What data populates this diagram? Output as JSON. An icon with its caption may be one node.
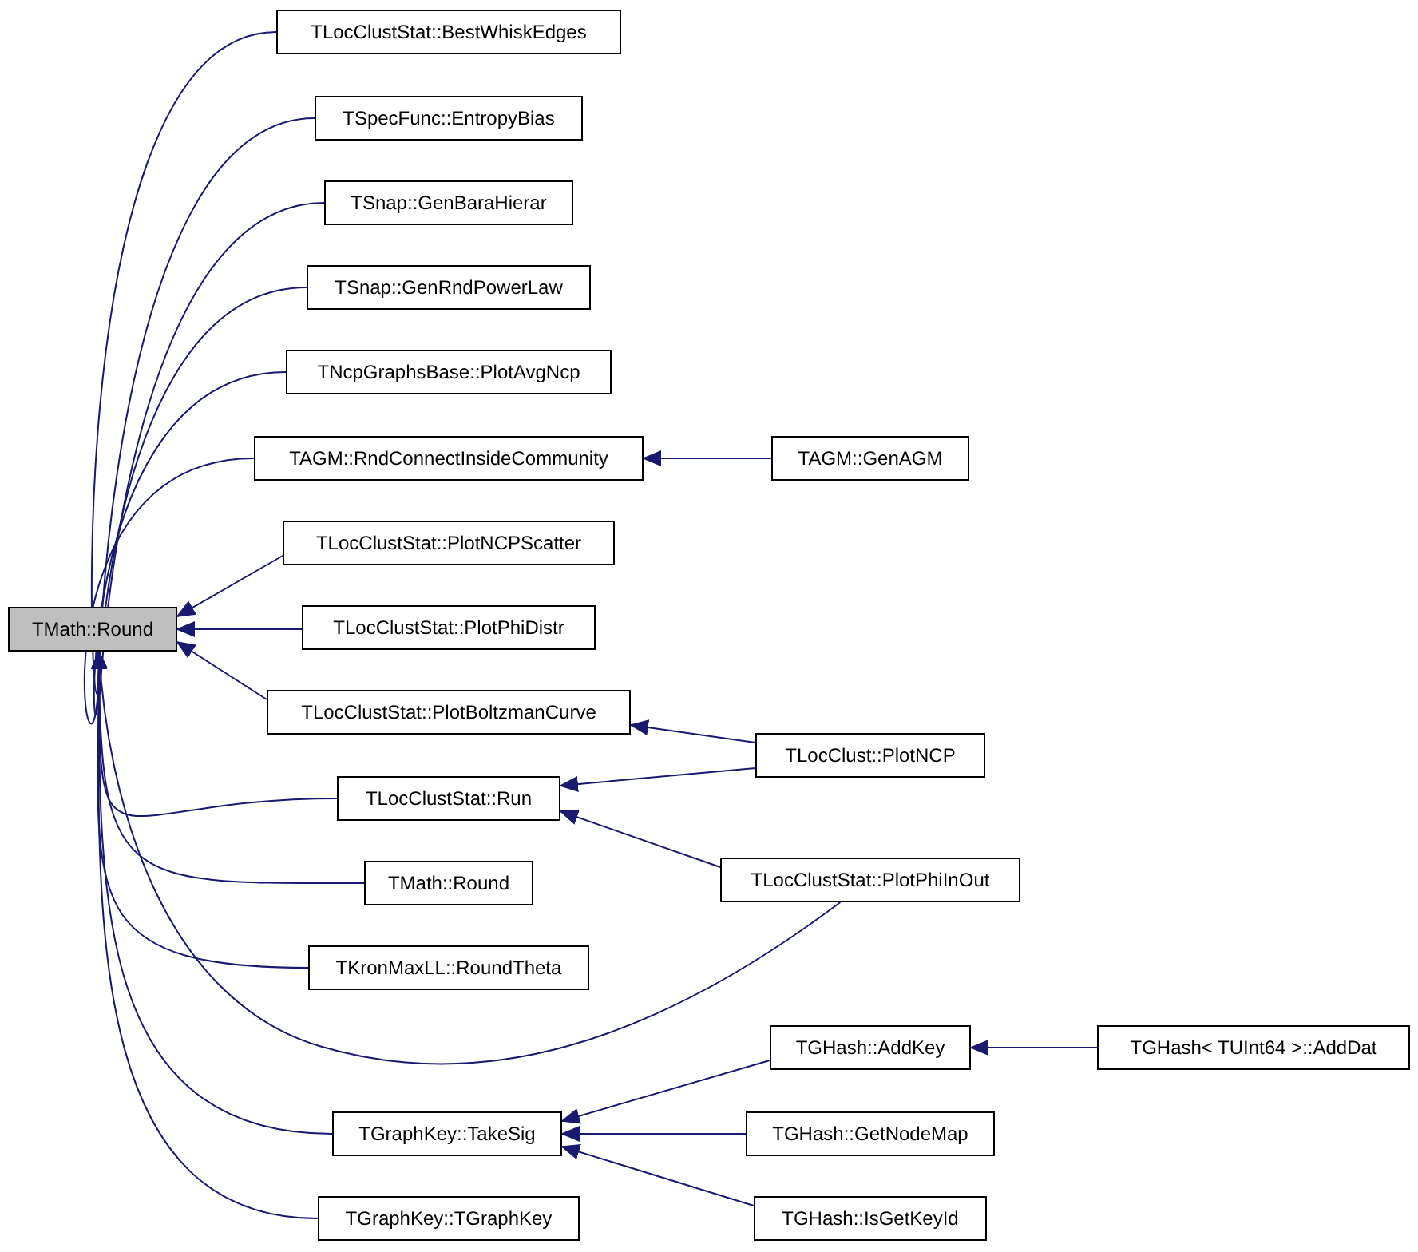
{
  "diagram": {
    "nodes": [
      {
        "text": [
          "TMath::Round"
        ]
      },
      {
        "text": [
          "TLocClustStat::BestWhiskEdges"
        ]
      },
      {
        "text": [
          "TSpecFunc::EntropyBias"
        ]
      },
      {
        "text": [
          "TSnap::GenBaraHierar"
        ]
      },
      {
        "text": [
          "TSnap::GenRndPowerLaw"
        ]
      },
      {
        "text": [
          "TNcpGraphsBase::PlotAvgNcp"
        ]
      },
      {
        "text": [
          "TAGM::RndConnectInsideCommunity"
        ]
      },
      {
        "text": [
          "TAGM::GenAGM"
        ]
      },
      {
        "text": [
          "TLocClustStat::PlotNCPScatter"
        ]
      },
      {
        "text": [
          "TLocClustStat::PlotPhiDistr"
        ]
      },
      {
        "text": [
          "TLocClustStat::PlotBoltzmanCurve"
        ]
      },
      {
        "text": [
          "TLocClust::PlotNCP"
        ]
      },
      {
        "text": [
          "TLocClustStat::Run"
        ]
      },
      {
        "text": [
          "TMath::Round"
        ]
      },
      {
        "text": [
          "TKronMaxLL::RoundTheta"
        ]
      },
      {
        "text": [
          "TLocClustStat::PlotPhiInOut"
        ]
      },
      {
        "text": [
          "TGraphKey::TakeSig"
        ]
      },
      {
        "text": [
          "TGHash::AddKey"
        ]
      },
      {
        "text": [
          "TGHash< TUInt64 >::AddDat"
        ]
      },
      {
        "text": [
          "TGHash::GetNodeMap"
        ]
      },
      {
        "text": [
          "TGHash::IsGetKeyId"
        ]
      },
      {
        "text": [
          "TGraphKey::TGraphKey"
        ]
      }
    ],
    "edges": [
      {
        "from": 1,
        "to": 0,
        "arrow": "to"
      },
      {
        "from": 2,
        "to": 0,
        "arrow": "to"
      },
      {
        "from": 3,
        "to": 0,
        "arrow": "to"
      },
      {
        "from": 4,
        "to": 0,
        "arrow": "to"
      },
      {
        "from": 5,
        "to": 0,
        "arrow": "to"
      },
      {
        "from": 6,
        "to": 0,
        "arrow": "to"
      },
      {
        "from": 7,
        "to": 6,
        "arrow": "to"
      },
      {
        "from": 8,
        "to": 0,
        "arrow": "to"
      },
      {
        "from": 9,
        "to": 0,
        "arrow": "to"
      },
      {
        "from": 10,
        "to": 0,
        "arrow": "to"
      },
      {
        "from": 11,
        "to": 10,
        "arrow": "to"
      },
      {
        "from": 11,
        "to": 12,
        "arrow": "to"
      },
      {
        "from": 12,
        "to": 0,
        "arrow": "to"
      },
      {
        "from": 15,
        "to": 12,
        "arrow": "to"
      },
      {
        "from": 13,
        "to": 0,
        "arrow": "to"
      },
      {
        "from": 14,
        "to": 0,
        "arrow": "to"
      },
      {
        "from": 15,
        "to": 0,
        "arrow": "to"
      },
      {
        "from": 16,
        "to": 0,
        "arrow": "to"
      },
      {
        "from": 17,
        "to": 16,
        "arrow": "to"
      },
      {
        "from": 18,
        "to": 17,
        "arrow": "to"
      },
      {
        "from": 19,
        "to": 16,
        "arrow": "to"
      },
      {
        "from": 20,
        "to": 16,
        "arrow": "to"
      },
      {
        "from": 21,
        "to": 0,
        "arrow": "to"
      }
    ]
  }
}
